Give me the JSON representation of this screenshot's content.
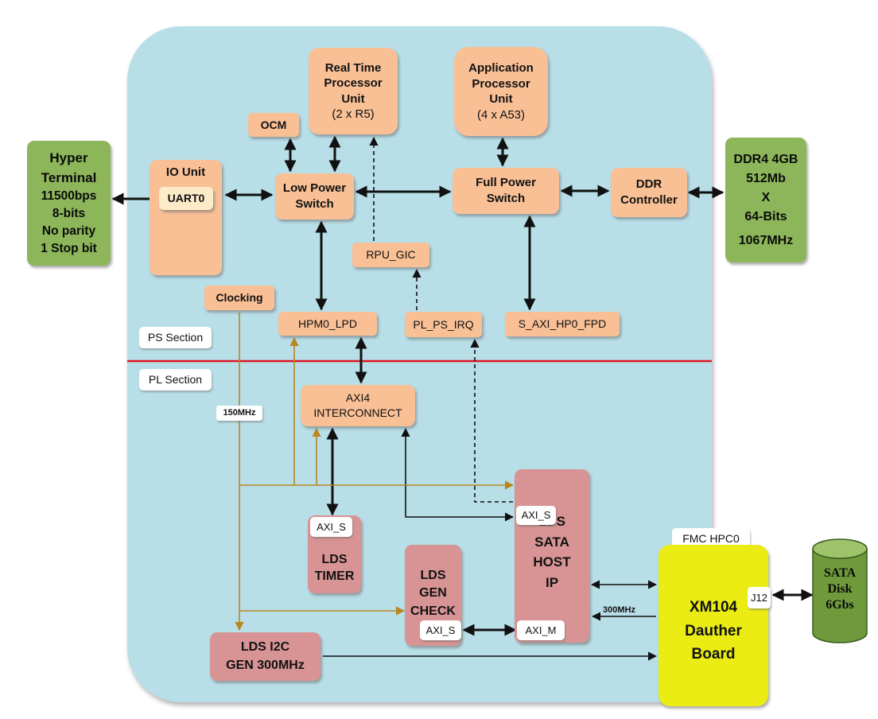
{
  "diagram": {
    "external": {
      "hyper_terminal": [
        "Hyper",
        "Terminal",
        "11500bps",
        "8-bits",
        "No parity",
        "1 Stop bit"
      ],
      "ddr4": [
        "DDR4 4GB",
        "512Mb",
        "X",
        "64-Bits",
        "1067MHz"
      ],
      "sata_disk": [
        "SATA",
        "Disk",
        "6Gbs"
      ]
    },
    "ps": {
      "section_label": "PS Section",
      "io_unit": "IO Unit",
      "uart0": "UART0",
      "ocm": "OCM",
      "rpu": [
        "Real Time",
        "Processor",
        "Unit",
        "(2 x R5)"
      ],
      "apu": [
        "Application",
        "Processor",
        "Unit",
        "(4 x A53)"
      ],
      "low_power_switch": [
        "Low Power",
        "Switch"
      ],
      "full_power_switch": [
        "Full Power",
        "Switch"
      ],
      "ddr_controller": [
        "DDR",
        "Controller"
      ],
      "rpu_gic": "RPU_GIC",
      "clocking": "Clocking",
      "hpm0_lpd": "HPM0_LPD",
      "pl_ps_irq": "PL_PS_IRQ",
      "s_axi_hp0_fpd": "S_AXI_HP0_FPD"
    },
    "pl": {
      "section_label": "PL Section",
      "clock_label": "150MHz",
      "axi4_interconnect": [
        "AXI4",
        "INTERCONNECT"
      ],
      "lds_timer": [
        "LDS",
        "TIMER"
      ],
      "lds_timer_port": "AXI_S",
      "lds_gen_check": [
        "LDS",
        "GEN",
        "CHECK"
      ],
      "lds_gen_check_port": "AXI_S",
      "lds_sata_host": [
        "LDS",
        "SATA",
        "HOST",
        "IP"
      ],
      "lds_sata_host_port_s": "AXI_S",
      "lds_sata_host_port_m": "AXI_M",
      "lds_i2c": [
        "LDS I2C",
        "GEN 300MHz"
      ],
      "sata_clock_label": "300MHz"
    },
    "daughter": {
      "fmc_label": "FMC HPC0",
      "board": [
        "XM104",
        "Dauther",
        "Board"
      ],
      "connector": "J12"
    },
    "colors": {
      "panel": "#b8dfe8",
      "ps_block": "#f9c096",
      "pl_block": "#d89494",
      "external": "#8db65a",
      "daughter_board": "#eaec13",
      "divider": "#e0141e",
      "clock_wire": "#b8861e",
      "wire": "#111111"
    }
  }
}
